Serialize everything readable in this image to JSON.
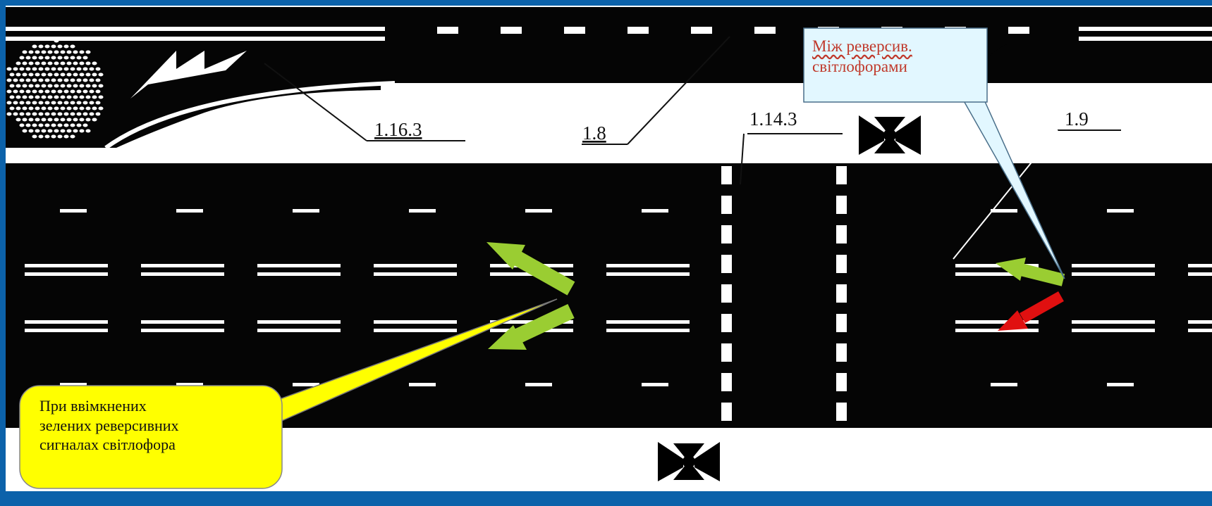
{
  "labels": {
    "mark_1_16_3": "1.16.3",
    "mark_1_8": "1.8",
    "mark_1_14_3": "1.14.3",
    "mark_1_9": "1.9"
  },
  "callouts": {
    "top": [
      "Між реверсив.",
      "світлофорами"
    ],
    "bottom": [
      "При ввімкнених",
      "зелених реверсивних",
      "сигналах світлофора"
    ]
  },
  "colors": {
    "frame": "#0c62aa",
    "road": "#050505",
    "marking": "#ffffff",
    "arrow_green": "#9acd32",
    "arrow_red": "#e01010",
    "callout_top_fill": "#e2f7ff",
    "callout_top_text": "#c0392b",
    "callout_bottom_fill": "#ffff00"
  },
  "icons": [
    "traffic-light-icon",
    "traffic-light-icon"
  ]
}
